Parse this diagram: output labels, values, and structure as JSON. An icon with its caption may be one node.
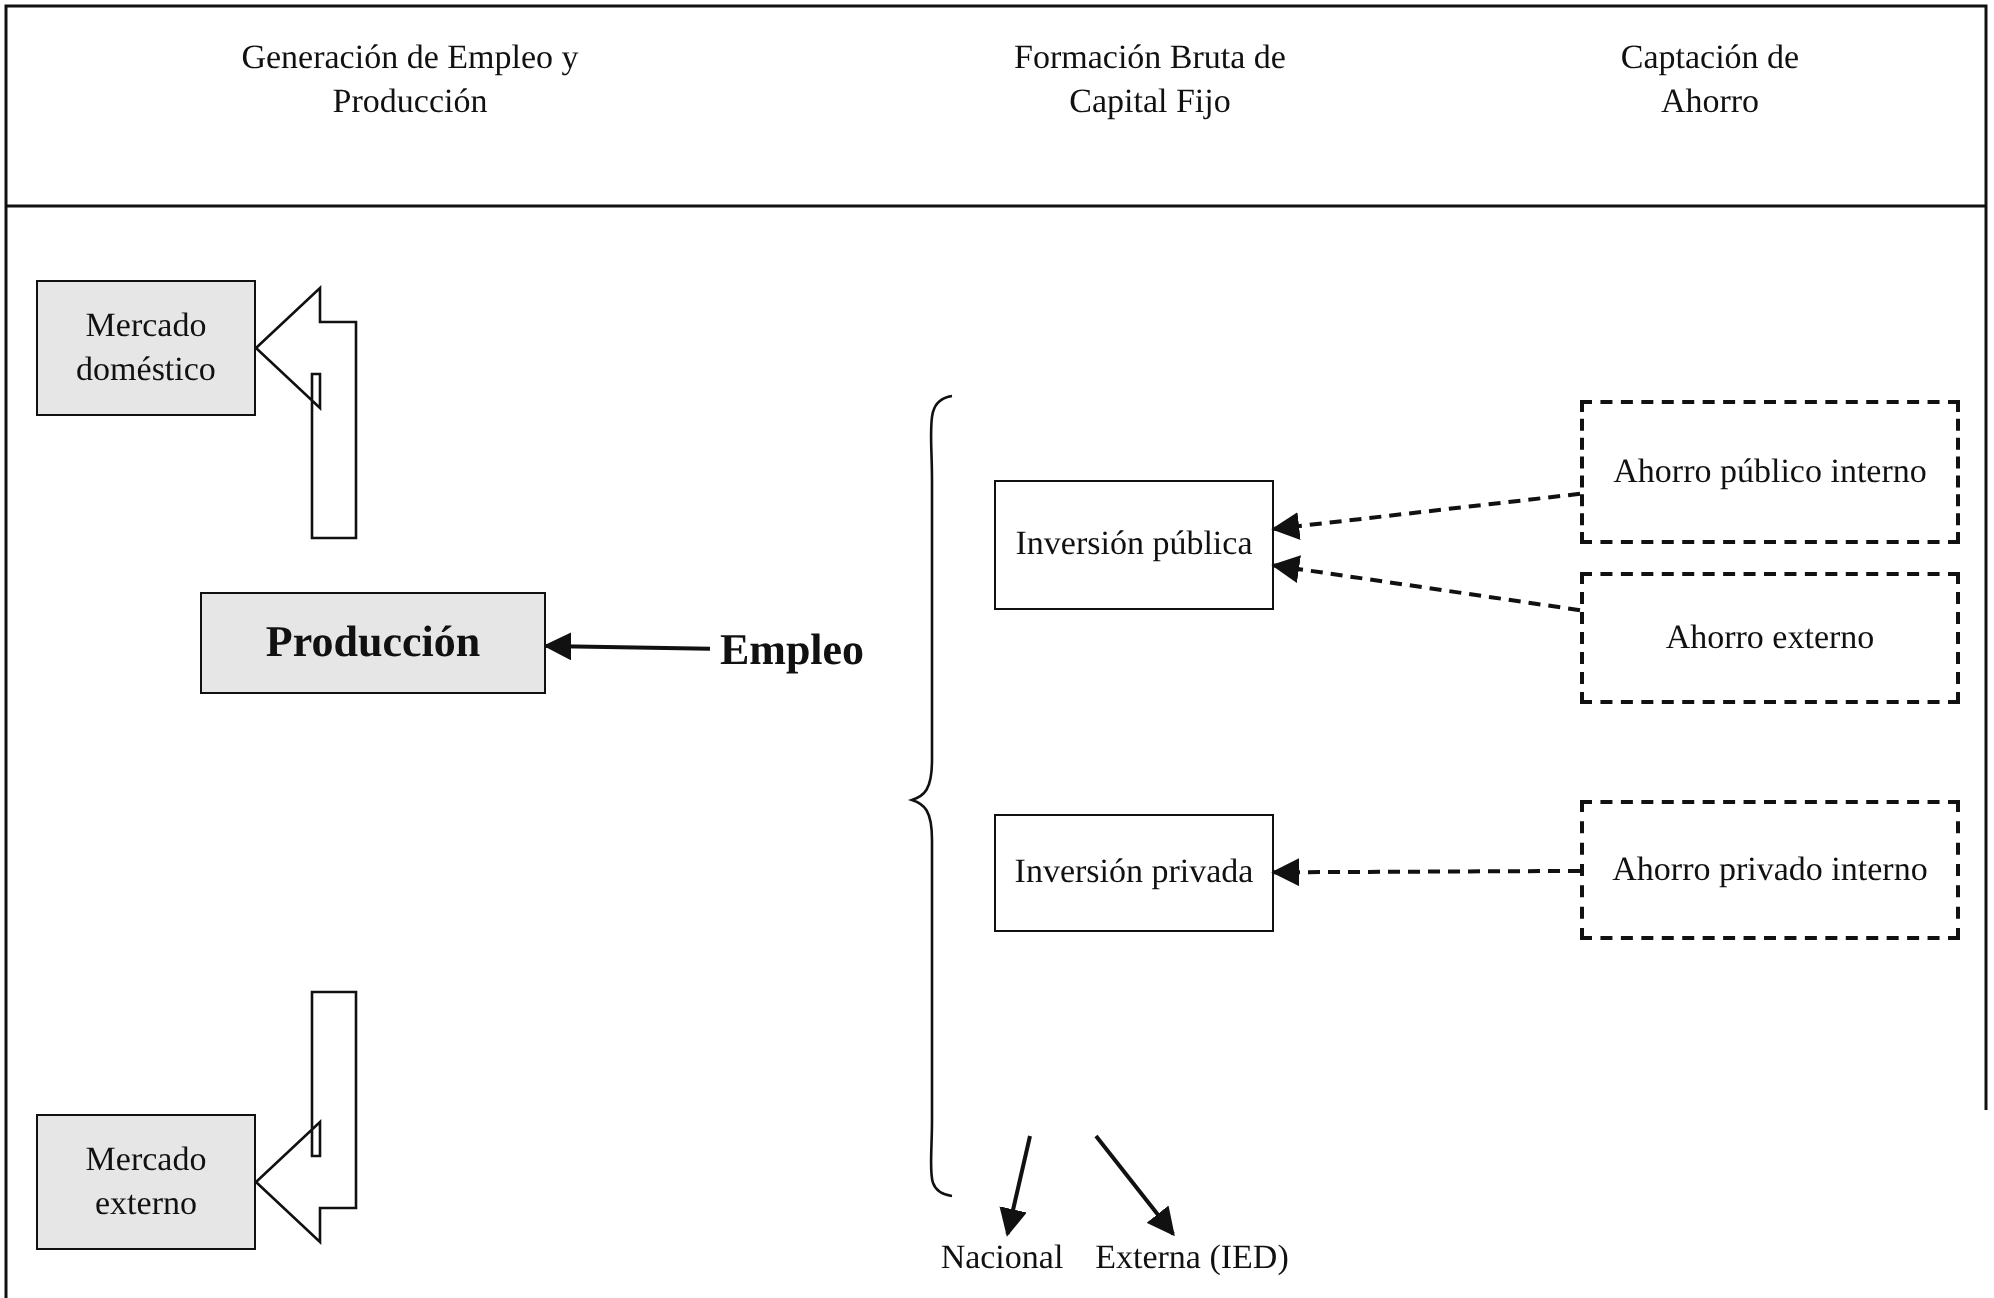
{
  "diagram": {
    "nodes": [
      {
        "text": [
          "Mercado doméstico"
        ]
      },
      {
        "text": [
          "Producción"
        ]
      },
      {
        "text": [
          "Empleo"
        ]
      },
      {
        "text": [
          "Inversión pública"
        ]
      },
      {
        "text": [
          "Ahorro público interno"
        ]
      },
      {
        "text": [
          "Ahorro externo"
        ]
      },
      {
        "text": [
          "Inversión privada"
        ]
      },
      {
        "text": [
          "Ahorro privado interno"
        ]
      },
      {
        "text": [
          "Mercado externo"
        ]
      },
      {
        "text": [
          "Nacional"
        ]
      },
      {
        "text": [
          "Externa (IED)"
        ]
      }
    ],
    "edges": [
      {
        "from": null,
        "to": 0,
        "arrow": "to"
      },
      {
        "from": 2,
        "to": 1,
        "arrow": "to"
      },
      {
        "from": 4,
        "to": 3,
        "arrow": "to",
        "style": "dashed"
      },
      {
        "from": 5,
        "to": 3,
        "arrow": "to",
        "style": "dashed"
      },
      {
        "from": 7,
        "to": 6,
        "arrow": "to",
        "style": "dashed"
      },
      {
        "from": null,
        "to": 8,
        "arrow": "to"
      },
      {
        "from": null,
        "to": 9,
        "arrow": "to"
      },
      {
        "from": null,
        "to": 10,
        "arrow": "to"
      }
    ],
    "labels": [
      "Generación de Empleo y Producción",
      "Formación Bruta de Capital Fijo",
      "Captación de Ahorro"
    ]
  }
}
